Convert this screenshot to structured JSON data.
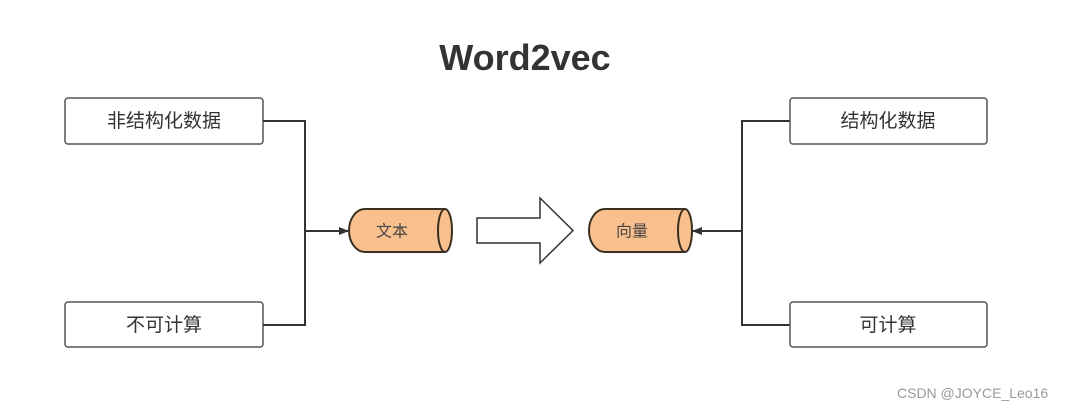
{
  "title": "Word2vec",
  "left": {
    "top": "非结构化数据",
    "bottom": "不可计算",
    "node": "文本"
  },
  "right": {
    "top": "结构化数据",
    "bottom": "可计算",
    "node": "向量"
  },
  "watermark": "CSDN @JOYCE_Leo16",
  "colors": {
    "node_fill": "#f9c08e",
    "line": "#333333"
  }
}
